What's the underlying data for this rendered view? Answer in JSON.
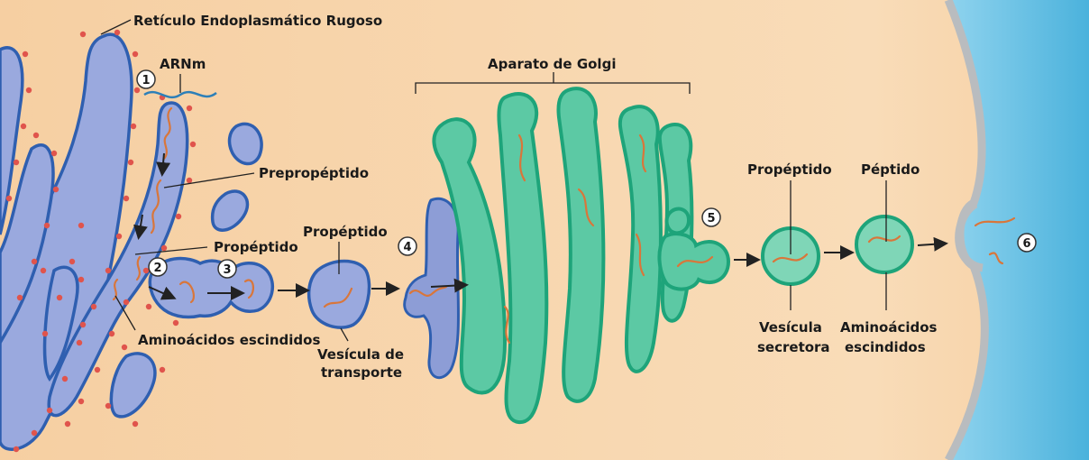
{
  "labels": {
    "rer": "Retículo Endoplasmático Rugoso",
    "mrna": "ARNm",
    "preproprotein": "Prepropéptido",
    "proprotein_er": "Propéptido",
    "cleaved_er": "Aminoácidos escindidos",
    "proprotein_vesicle": "Propéptido",
    "transport_vesicle_line1": "Vesícula de",
    "transport_vesicle_line2": "transporte",
    "golgi": "Aparato de Golgi",
    "proprotein_secretory": "Propéptido",
    "peptide": "Péptido",
    "secretory_vesicle_line1": "Vesícula",
    "secretory_vesicle_line2": "secretora",
    "cleaved_golgi_line1": "Aminoácidos",
    "cleaved_golgi_line2": "escindidos"
  },
  "steps": [
    "1",
    "2",
    "3",
    "4",
    "5",
    "6"
  ],
  "colors": {
    "cytoplasm": "#f7d3a8",
    "extracellular": "#6cc4e6",
    "membrane": "#b9bcbf",
    "er_fill": "#9aa9de",
    "er_stroke": "#2f5fb0",
    "golgi_fill": "#5cc9a4",
    "golgi_stroke": "#1ea47a",
    "ribosome": "#e0544c",
    "peptide": "#d9763a"
  }
}
